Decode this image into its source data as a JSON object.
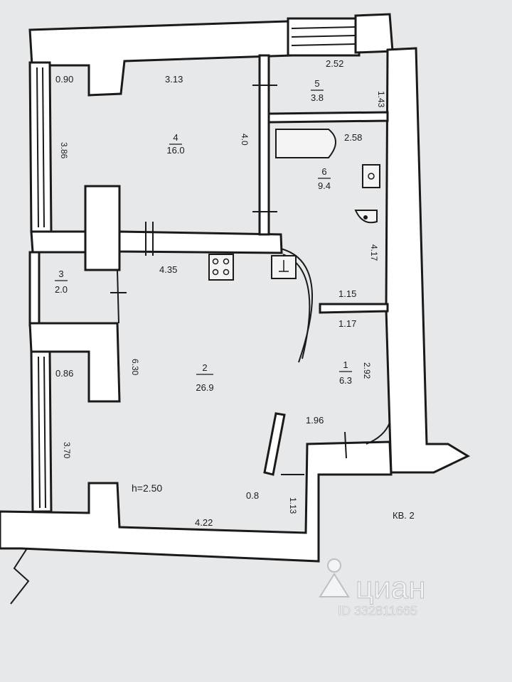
{
  "plan": {
    "apartment_label": "КВ. 2",
    "ceiling_height": "h=2.50",
    "rooms": [
      {
        "number": "1",
        "area": "6.3"
      },
      {
        "number": "2",
        "area": "26.9"
      },
      {
        "number": "3",
        "area": "2.0"
      },
      {
        "number": "4",
        "area": "16.0"
      },
      {
        "number": "5",
        "area": "3.8"
      },
      {
        "number": "6",
        "area": "9.4"
      }
    ],
    "dimensions": {
      "d_0_90": "0.90",
      "d_3_13": "3.13",
      "d_2_52": "2.52",
      "d_1_43": "1.43",
      "d_3_86": "3.86",
      "d_4_0": "4.0",
      "d_2_58": "2.58",
      "d_4_35": "4.35",
      "d_4_17": "4.17",
      "d_1_15": "1.15",
      "d_1_17": "1.17",
      "d_0_86": "0.86",
      "d_6_30": "6.30",
      "d_2_92": "2.92",
      "d_1_96": "1.96",
      "d_3_70": "3.70",
      "d_0_8": "0.8",
      "d_1_13": "1.13",
      "d_4_22": "4.22"
    }
  },
  "watermark": {
    "brand": "циан",
    "id_text": "ID 332811665"
  },
  "colors": {
    "background": "#d9dcdf",
    "wall_fill": "#ffffff",
    "line": "#1a1a1a"
  }
}
